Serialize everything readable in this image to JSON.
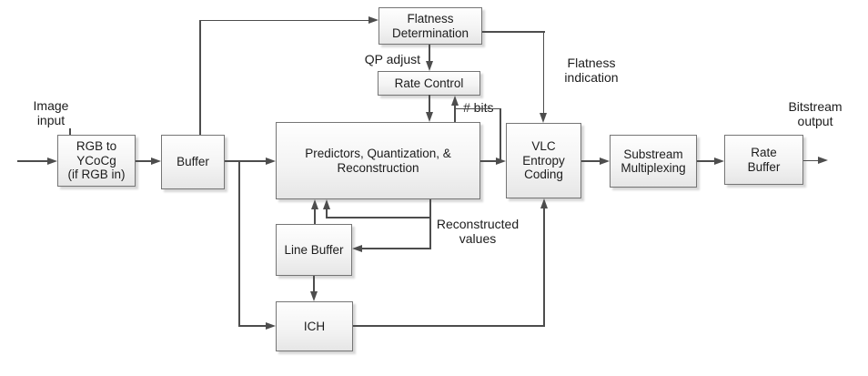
{
  "diagram": {
    "nodes": {
      "rgb_convert": {
        "label": "RGB to\nYCoCg\n(if RGB in)"
      },
      "buffer": {
        "label": "Buffer"
      },
      "flatness_determination": {
        "label": "Flatness\nDetermination"
      },
      "rate_control": {
        "label": "Rate Control"
      },
      "predictors": {
        "label": "Predictors, Quantization, &\nReconstruction"
      },
      "vlc_entropy_coding": {
        "label": "VLC\nEntropy\nCoding"
      },
      "substream_multiplexing": {
        "label": "Substream\nMultiplexing"
      },
      "rate_buffer": {
        "label": "Rate\nBuffer"
      },
      "line_buffer": {
        "label": "Line Buffer"
      },
      "ich": {
        "label": "ICH"
      }
    },
    "labels": {
      "image_input": "Image\ninput",
      "qp_adjust": "QP adjust",
      "num_bits": "# bits",
      "flatness_indication": "Flatness\nindication",
      "reconstructed_values": "Reconstructed\nvalues",
      "bitstream_output": "Bitstream\noutput"
    },
    "colors": {
      "line": "#4d4d4d",
      "box_border": "#757575",
      "box_fill_top": "#fefefe",
      "box_fill_bottom": "#e6e6e6",
      "text": "#1c1c1c",
      "background": "#ffffff"
    }
  }
}
